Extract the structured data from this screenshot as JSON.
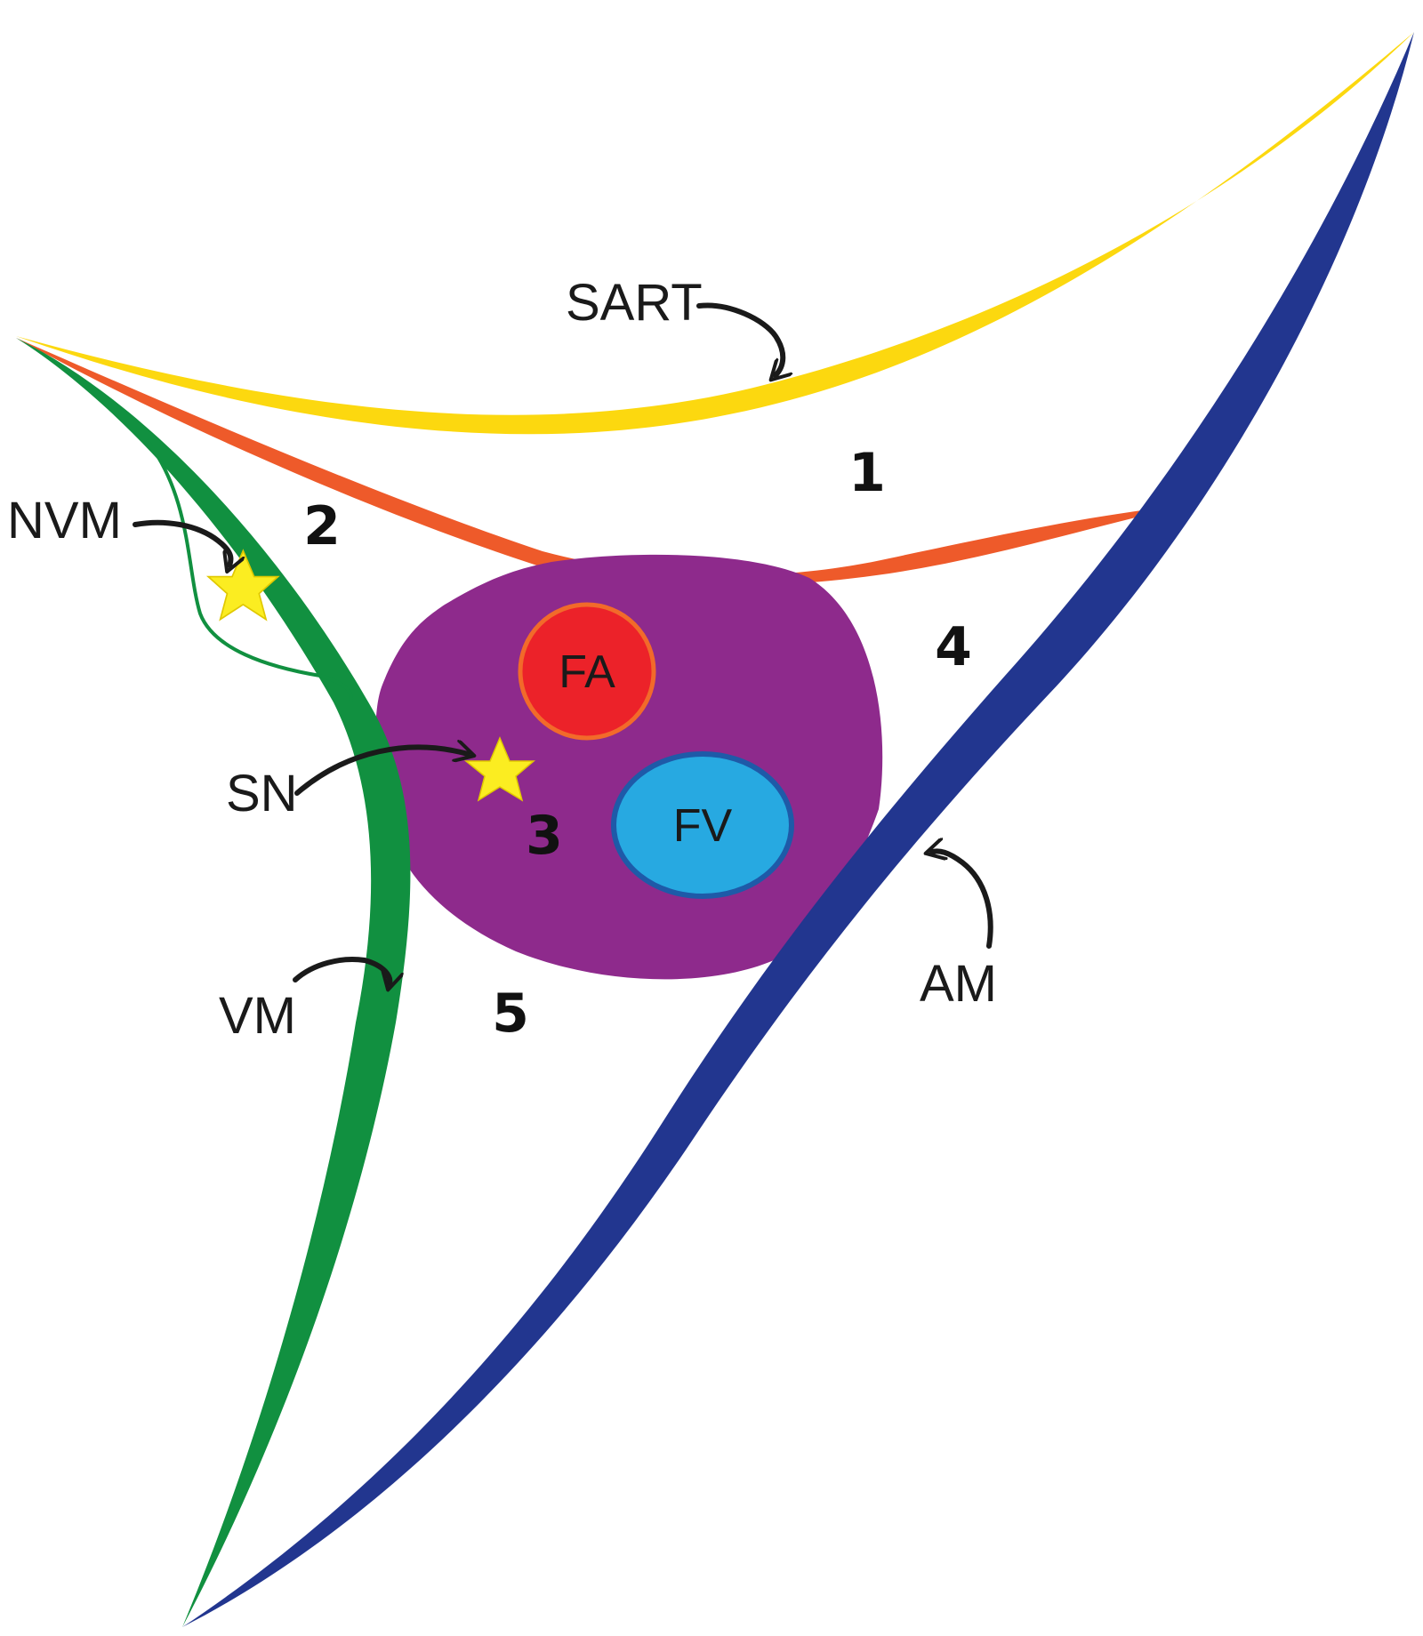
{
  "structures": {
    "sart": {
      "label": "SART",
      "color": "#fcd80f"
    },
    "fascia_iliaca": {
      "color": "#ee5a2a"
    },
    "vm": {
      "label": "VM",
      "color": "#119040"
    },
    "am": {
      "label": "AM",
      "color": "#22368f"
    },
    "nvm": {
      "label": "NVM",
      "color": "#119040"
    },
    "fat_compartment": {
      "color": "#8e2a8c"
    },
    "fa": {
      "label": "FA",
      "color": "#ec2229",
      "border": "#f26a2a"
    },
    "fv": {
      "label": "FV",
      "color": "#27a9e1",
      "border": "#1e5aa8"
    },
    "sn": {
      "label": "SN",
      "star_color": "#fbed21"
    }
  },
  "regions": [
    "1",
    "2",
    "3",
    "4",
    "5"
  ]
}
